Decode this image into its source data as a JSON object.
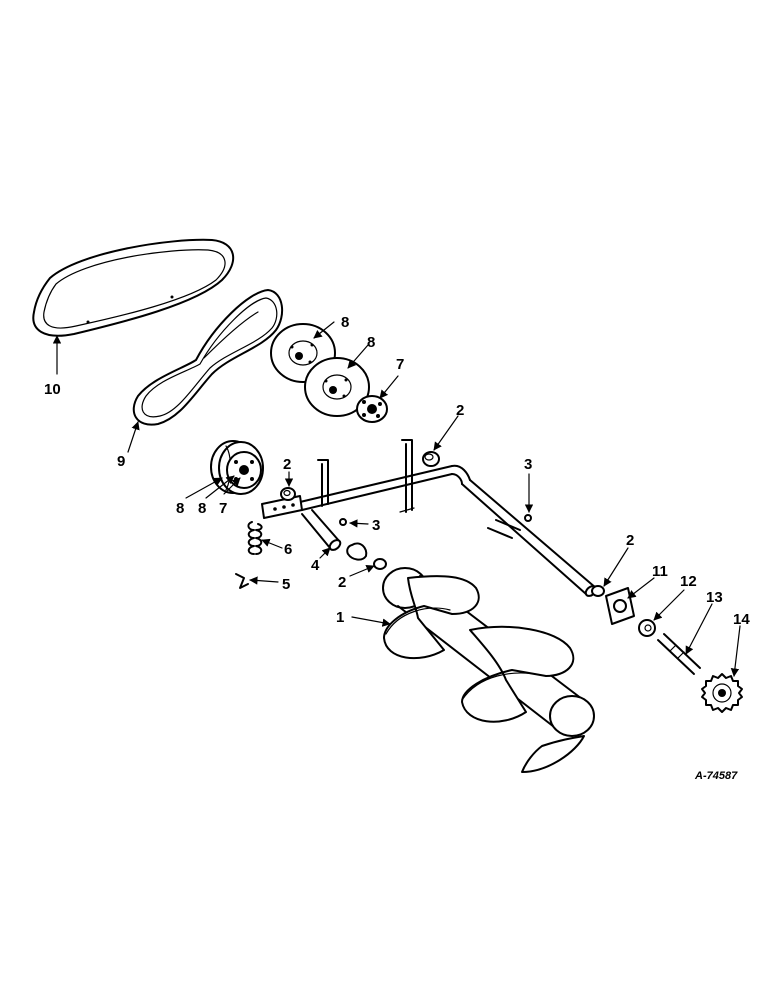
{
  "callouts": [
    {
      "id": "c10",
      "text": "10"
    },
    {
      "id": "c9",
      "text": "9"
    },
    {
      "id": "c8a",
      "text": "8"
    },
    {
      "id": "c8b",
      "text": "8"
    },
    {
      "id": "c7a",
      "text": "7"
    },
    {
      "id": "c2a",
      "text": "2"
    },
    {
      "id": "c2b",
      "text": "2"
    },
    {
      "id": "c3a",
      "text": "3"
    },
    {
      "id": "c8c",
      "text": "8"
    },
    {
      "id": "c8d",
      "text": "8"
    },
    {
      "id": "c7b",
      "text": "7"
    },
    {
      "id": "c3b",
      "text": "3"
    },
    {
      "id": "c6",
      "text": "6"
    },
    {
      "id": "c4",
      "text": "4"
    },
    {
      "id": "c2c",
      "text": "2"
    },
    {
      "id": "c5",
      "text": "5"
    },
    {
      "id": "c2d",
      "text": "2"
    },
    {
      "id": "c11",
      "text": "11"
    },
    {
      "id": "c12",
      "text": "12"
    },
    {
      "id": "c13",
      "text": "13"
    },
    {
      "id": "c14",
      "text": "14"
    },
    {
      "id": "c1",
      "text": "1"
    }
  ],
  "drawing_code": "A-74587"
}
